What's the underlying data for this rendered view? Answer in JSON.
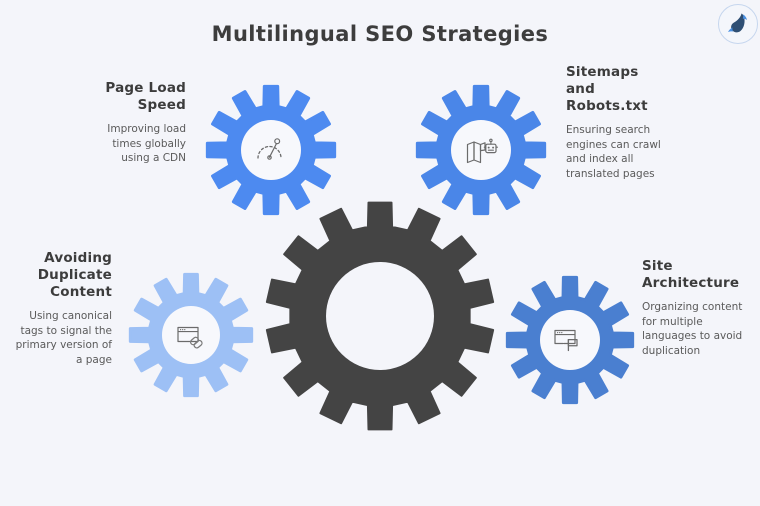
{
  "page": {
    "title": "Multilingual SEO Strategies",
    "background_color": "#f4f5fa",
    "title_color": "#3d3d3d",
    "heading_color": "#3c3c3c",
    "body_color": "#5a5a5a"
  },
  "logo": {
    "name": "brand-logo",
    "border_color": "#c6d6ee",
    "shape_color": "#2f4f74",
    "accent_color": "#4a90e2"
  },
  "center_gear": {
    "name": "central-gear",
    "color": "#444444",
    "teeth": 14
  },
  "nodes": [
    {
      "id": "page-load-speed",
      "heading": "Page Load\nSpeed",
      "body": "Improving load\ntimes globally\nusing a CDN",
      "align": "right",
      "gear_color": "#4d8af0",
      "inner_color": "#f7f8fc",
      "icon": "speedometer-icon",
      "teeth": 12
    },
    {
      "id": "sitemaps-robots",
      "heading": "Sitemaps\nand\nRobots.txt",
      "body": "Ensuring search\nengines can crawl\nand index all\ntranslated pages",
      "align": "left",
      "gear_color": "#4a86e8",
      "inner_color": "#f7f8fc",
      "icon": "map-robot-icon",
      "teeth": 12
    },
    {
      "id": "avoiding-duplicate-content",
      "heading": "Avoiding\nDuplicate\nContent",
      "body": "Using canonical\ntags to signal the\nprimary version of\na page",
      "align": "right",
      "gear_color": "#9dc0f5",
      "inner_color": "#f7f8fc",
      "icon": "browser-link-icon",
      "teeth": 12
    },
    {
      "id": "site-architecture",
      "heading": "Site\nArchitecture",
      "body": "Organizing content\nfor multiple\nlanguages to avoid\nduplication",
      "align": "left",
      "gear_color": "#4a7fd0",
      "inner_color": "#f7f8fc",
      "icon": "browser-flag-icon",
      "teeth": 12
    }
  ]
}
